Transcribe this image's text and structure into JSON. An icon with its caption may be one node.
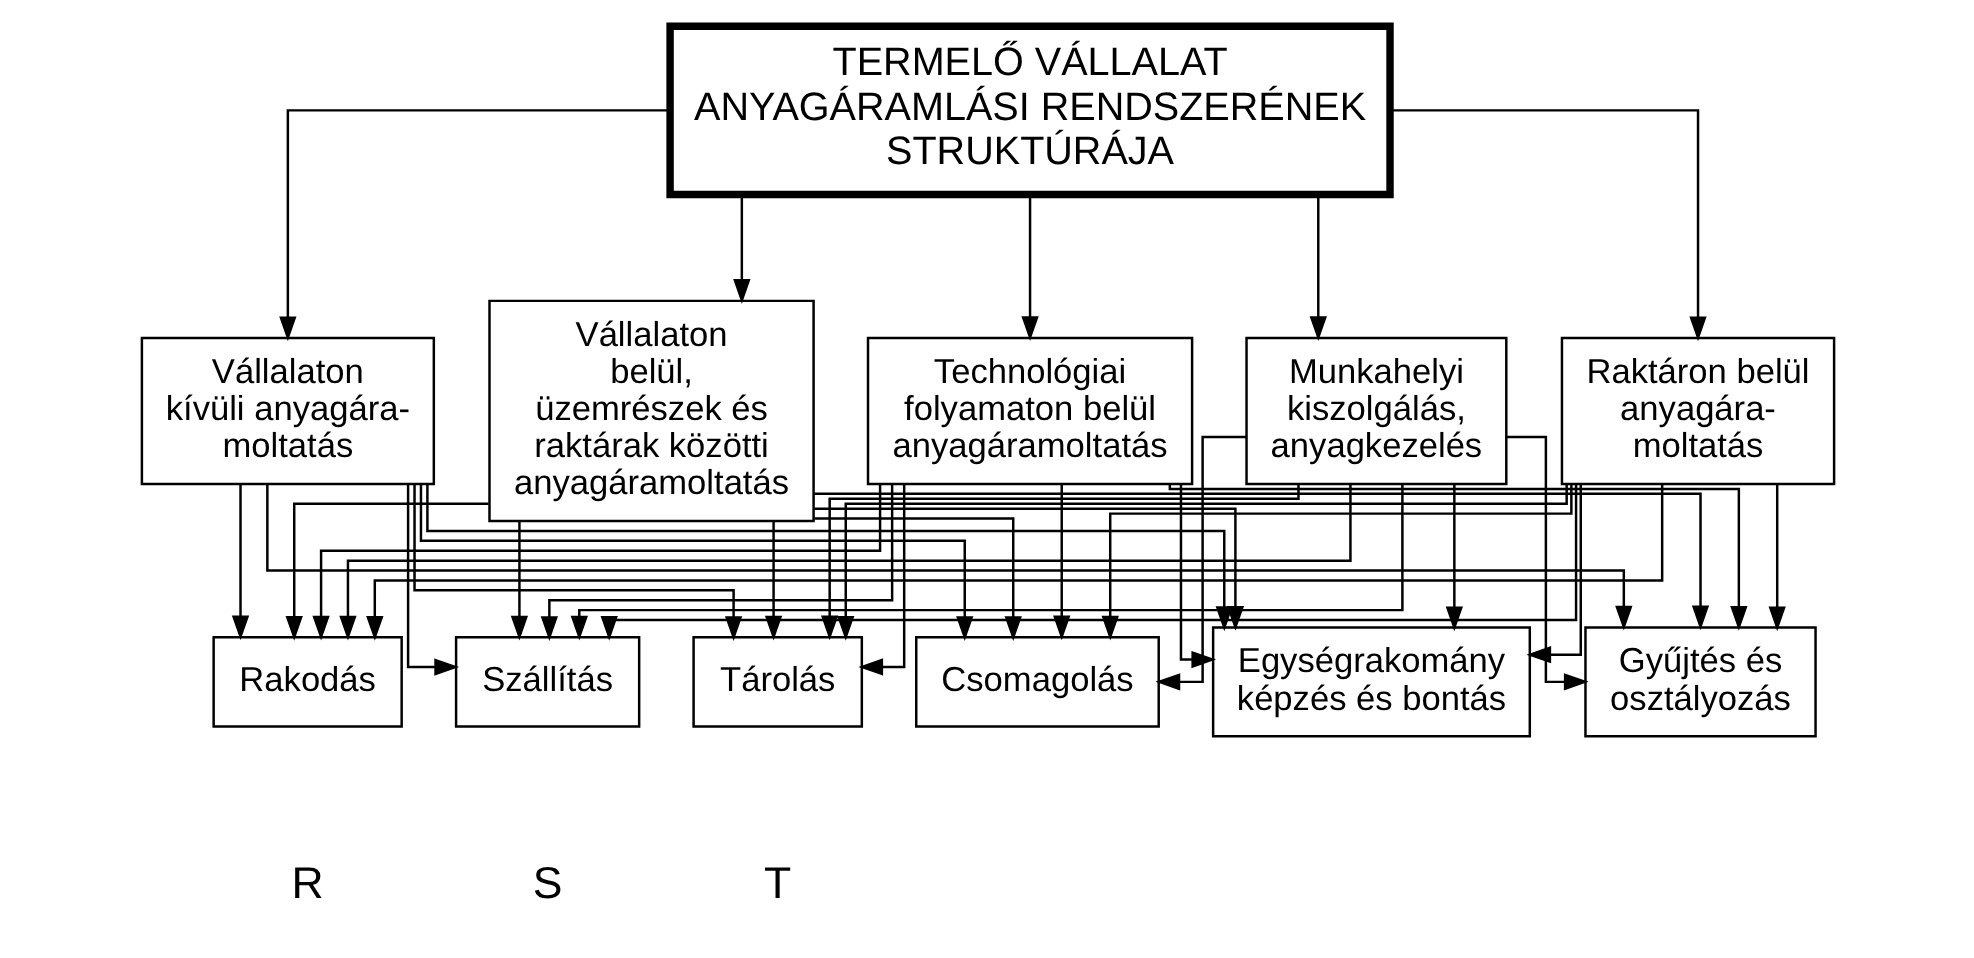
{
  "diagram": {
    "nodes": [
      {
        "text": [
          "TERMELŐ VÁLLALAT ANYAGÁRAMLÁSI RENDSZERÉNEK STRUKTÚRÁJA"
        ]
      },
      {
        "text": [
          "Vállalaton kívüli anyagára- moltatás"
        ]
      },
      {
        "text": [
          "Vállalaton belül, üzemrészek és raktárak közötti anyagáramoltatás"
        ]
      },
      {
        "text": [
          "Technológiai folyamaton belül anyagáramoltatás"
        ]
      },
      {
        "text": [
          "Munkahelyi kiszolgálás, anyagkezelés"
        ]
      },
      {
        "text": [
          "Raktáron belül anyagára- moltatás"
        ]
      },
      {
        "text": [
          "Rakodás"
        ]
      },
      {
        "text": [
          "Szállítás"
        ]
      },
      {
        "text": [
          "Tárolás"
        ]
      },
      {
        "text": [
          "Csomagolás"
        ]
      },
      {
        "text": [
          "Egységrakomány képzés és bontás"
        ]
      },
      {
        "text": [
          "Gyűjtés és osztályozás"
        ]
      }
    ],
    "edges": [
      {
        "from": 0,
        "to": 1,
        "arrow": "to"
      },
      {
        "from": 0,
        "to": 2,
        "arrow": "to"
      },
      {
        "from": 0,
        "to": 3,
        "arrow": "to"
      },
      {
        "from": 0,
        "to": 4,
        "arrow": "to"
      },
      {
        "from": 0,
        "to": 5,
        "arrow": "to"
      },
      {
        "from": 1,
        "to": 6,
        "arrow": "to"
      },
      {
        "from": 1,
        "to": 7,
        "arrow": "to"
      },
      {
        "from": 1,
        "to": 8,
        "arrow": "to"
      },
      {
        "from": 1,
        "to": 9,
        "arrow": "to"
      },
      {
        "from": 1,
        "to": 10,
        "arrow": "to"
      },
      {
        "from": 1,
        "to": 11,
        "arrow": "to"
      },
      {
        "from": 2,
        "to": 6,
        "arrow": "to"
      },
      {
        "from": 2,
        "to": 7,
        "arrow": "to"
      },
      {
        "from": 2,
        "to": 8,
        "arrow": "to"
      },
      {
        "from": 2,
        "to": 9,
        "arrow": "to"
      },
      {
        "from": 2,
        "to": 10,
        "arrow": "to"
      },
      {
        "from": 2,
        "to": 11,
        "arrow": "to"
      },
      {
        "from": 3,
        "to": 6,
        "arrow": "to"
      },
      {
        "from": 3,
        "to": 7,
        "arrow": "to"
      },
      {
        "from": 3,
        "to": 8,
        "arrow": "to"
      },
      {
        "from": 3,
        "to": 9,
        "arrow": "to"
      },
      {
        "from": 3,
        "to": 10,
        "arrow": "to"
      },
      {
        "from": 3,
        "to": 11,
        "arrow": "to"
      },
      {
        "from": 4,
        "to": 6,
        "arrow": "to"
      },
      {
        "from": 4,
        "to": 7,
        "arrow": "to"
      },
      {
        "from": 4,
        "to": 8,
        "arrow": "to"
      },
      {
        "from": 4,
        "to": 9,
        "arrow": "to"
      },
      {
        "from": 4,
        "to": 10,
        "arrow": "to"
      },
      {
        "from": 4,
        "to": 11,
        "arrow": "to"
      },
      {
        "from": 5,
        "to": 6,
        "arrow": "to"
      },
      {
        "from": 5,
        "to": 7,
        "arrow": "to"
      },
      {
        "from": 5,
        "to": 8,
        "arrow": "to"
      },
      {
        "from": 5,
        "to": 9,
        "arrow": "to"
      },
      {
        "from": 5,
        "to": 10,
        "arrow": "to"
      },
      {
        "from": 5,
        "to": 11,
        "arrow": "to"
      }
    ],
    "labels": [
      "R",
      "S",
      "T"
    ]
  }
}
